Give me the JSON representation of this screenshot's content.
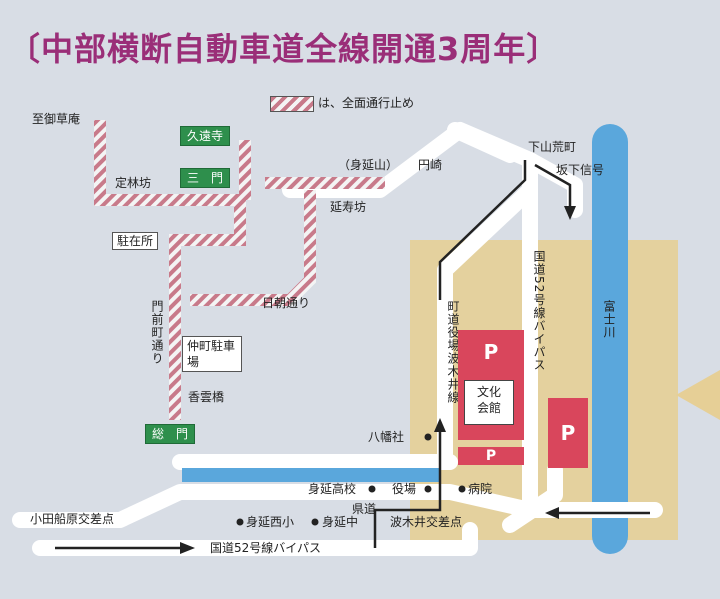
{
  "title": "〔中部横断自動車道全線開通3周年〕",
  "legend": {
    "text": "は、全面通行止め"
  },
  "labels": {
    "shigoso": "至御草庵",
    "kuonji": "久遠寺",
    "sanmon": "三　門",
    "teirinbo": "定林坊",
    "chuzaisho": "駐在所",
    "minobusan": "（身延山）",
    "enzaki": "円崎",
    "enjubo": "延寿坊",
    "shimoyamaarai": "下山荒町",
    "sakashita": "坂下信号",
    "nichiro": "日朝通り",
    "monzen": "門前町通り",
    "nakamachi": "仲町駐車場",
    "koun": "香雲橋",
    "somon": "総　門",
    "hachiman": "八幡社",
    "machiyakuba": "町道役場波木井線",
    "route52v": "国道52号線バイパス",
    "fuji": "富士川",
    "bunka": "文化会館",
    "minobuko": "身延高校",
    "yakuba": "役場",
    "byoin": "病院",
    "odafune": "小田船原交差点",
    "kendo": "県道",
    "minobusho": "身延西小",
    "minobuchu": "身延中",
    "hakii": "波木井交差点",
    "route52h": "国道52号線バイパス",
    "p1": "P",
    "p2": "P",
    "p3": "P"
  },
  "colors": {
    "closed": "#c87a8a",
    "river": "#5aa7dc",
    "area": "#e6cf96",
    "gate": "#2e8f4c",
    "parking": "#d9465c",
    "title": "#9a2e78"
  }
}
